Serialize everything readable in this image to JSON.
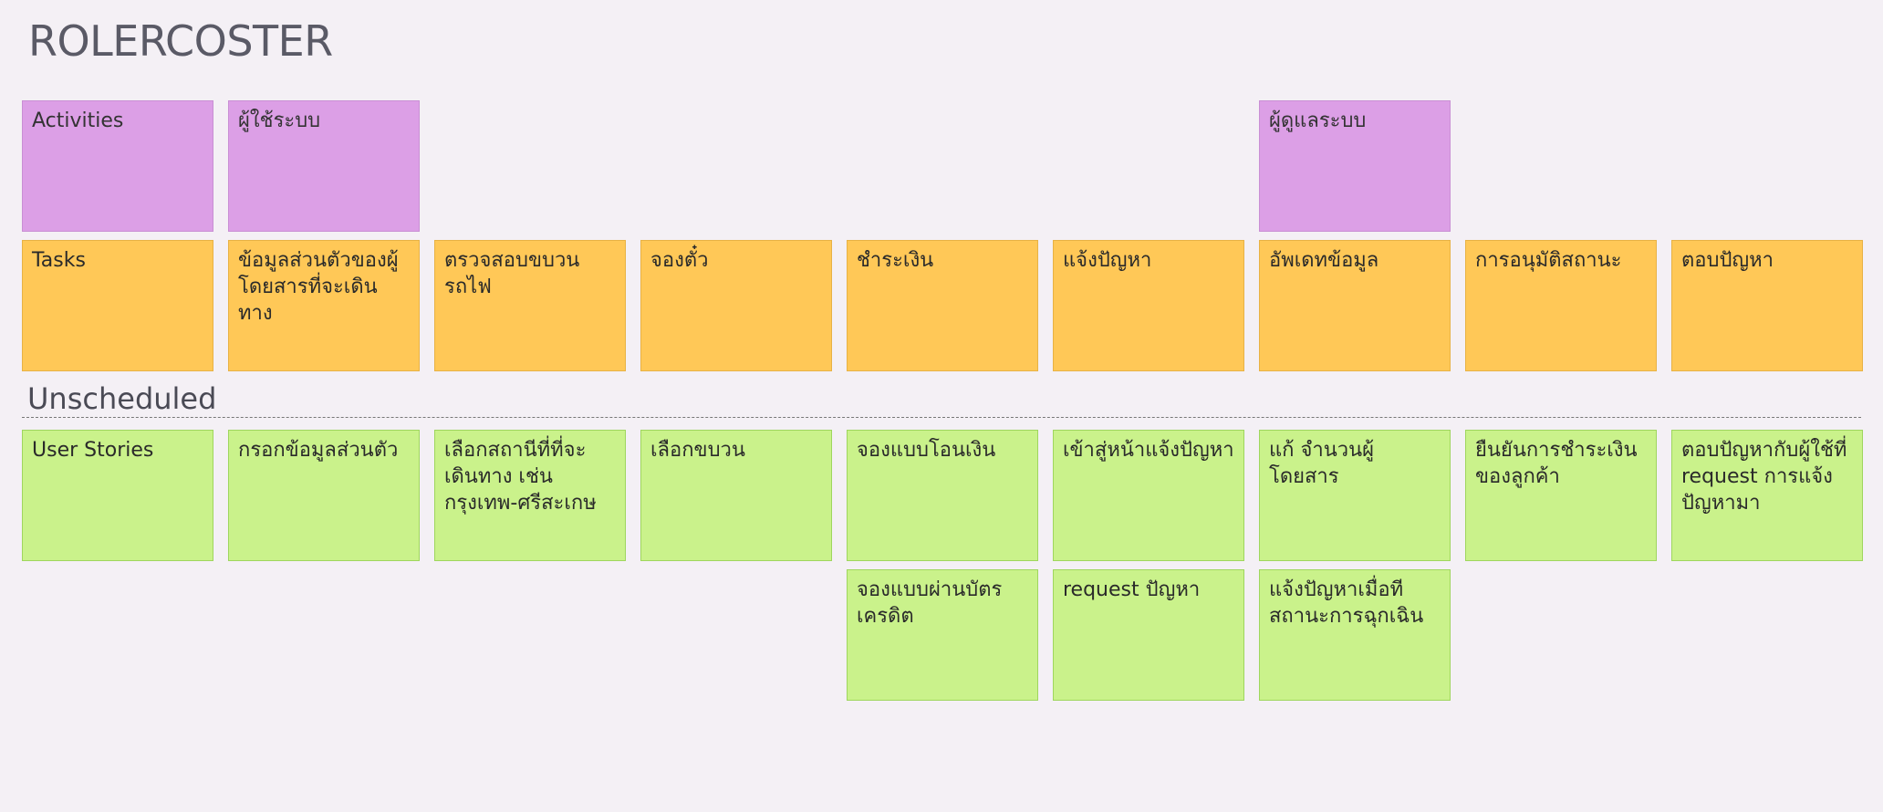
{
  "board": {
    "title": "ROLERCOSTER",
    "section_unscheduled": "Unscheduled"
  },
  "activities": [
    "Activities",
    "ผู้ใช้ระบบ",
    "ผู้ดูแลระบบ"
  ],
  "tasks": [
    "Tasks",
    "ข้อมูลส่วนตัวของผู้โดยสารที่จะเดินทาง",
    "ตรวจสอบขบวนรถไฟ",
    "จองตั๋ว",
    "ชำระเงิน",
    "แจ้งปัญหา",
    "อัพเดทข้อมูล",
    "การอนุมัติสถานะ",
    "ตอบปัญหา"
  ],
  "stories_row1": [
    "User Stories",
    "กรอกข้อมูลส่วนตัว",
    "เลือกสถานีที่ที่จะเดินทาง เช่นกรุงเทพ-ศรีสะเกษ",
    "เลือกขบวน",
    "จองแบบโอนเงิน",
    "เข้าสู่หน้าแจ้งปัญหา",
    "แก้ จำนวนผู้โดยสาร",
    "ยืนยันการชำระเงินของลูกค้า",
    "ตอบปัญหากับผู้ใช้ที่ request การแจ้งปัญหามา"
  ],
  "stories_row2": [
    "จองแบบผ่านบัตรเครดิต",
    "request ปัญหา",
    "แจ้งปัญหาเมื่อทีสถานะการฉุกเฉิน"
  ]
}
